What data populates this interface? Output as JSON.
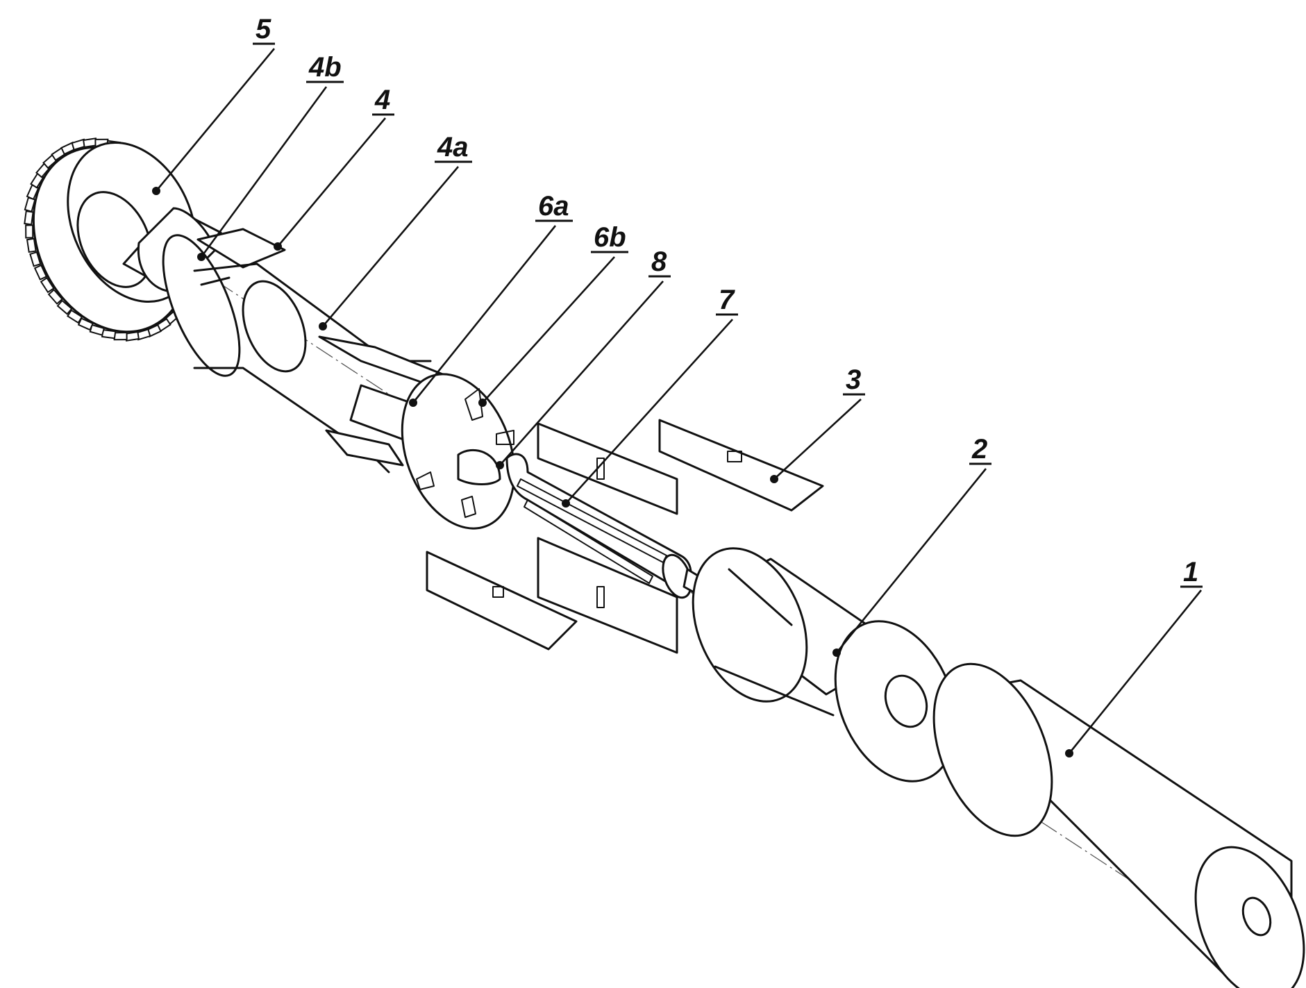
{
  "parts": [
    {
      "id": "part-1",
      "label": "1"
    },
    {
      "id": "part-2",
      "label": "2"
    },
    {
      "id": "part-3",
      "label": "3"
    },
    {
      "id": "part-4",
      "label": "4"
    },
    {
      "id": "part-4a",
      "label": "4a"
    },
    {
      "id": "part-4b",
      "label": "4b"
    },
    {
      "id": "part-5",
      "label": "5"
    },
    {
      "id": "part-6a",
      "label": "6a"
    },
    {
      "id": "part-6b",
      "label": "6b"
    },
    {
      "id": "part-7",
      "label": "7"
    },
    {
      "id": "part-8",
      "label": "8"
    }
  ]
}
